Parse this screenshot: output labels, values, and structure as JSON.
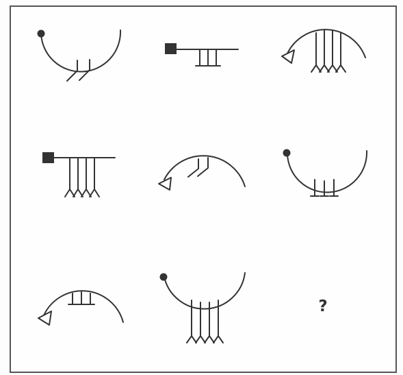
{
  "puzzle": {
    "missing_symbol": "?",
    "ink_color": "#333333",
    "cells": [
      {
        "row": 1,
        "col": 1,
        "figure": "arc-opening-up",
        "end_marker": "dot",
        "attachment": "zigzag-legs",
        "count": 2
      },
      {
        "row": 1,
        "col": 2,
        "figure": "straight-line",
        "end_marker": "square",
        "attachment": "t-legs",
        "count": 3
      },
      {
        "row": 1,
        "col": 3,
        "figure": "arc-opening-down",
        "end_marker": "triangle",
        "attachment": "forked-legs",
        "count": 4
      },
      {
        "row": 2,
        "col": 1,
        "figure": "straight-line",
        "end_marker": "square",
        "attachment": "forked-legs",
        "count": 4
      },
      {
        "row": 2,
        "col": 2,
        "figure": "arc-opening-down",
        "end_marker": "triangle",
        "attachment": "zigzag-legs",
        "count": 2
      },
      {
        "row": 2,
        "col": 3,
        "figure": "arc-opening-up",
        "end_marker": "dot",
        "attachment": "t-legs",
        "count": 3
      },
      {
        "row": 3,
        "col": 1,
        "figure": "arc-opening-down",
        "end_marker": "triangle",
        "attachment": "t-legs",
        "count": 3
      },
      {
        "row": 3,
        "col": 2,
        "figure": "arc-opening-up",
        "end_marker": "dot",
        "attachment": "forked-legs",
        "count": 4
      },
      {
        "row": 3,
        "col": 3,
        "figure": "missing"
      }
    ]
  }
}
